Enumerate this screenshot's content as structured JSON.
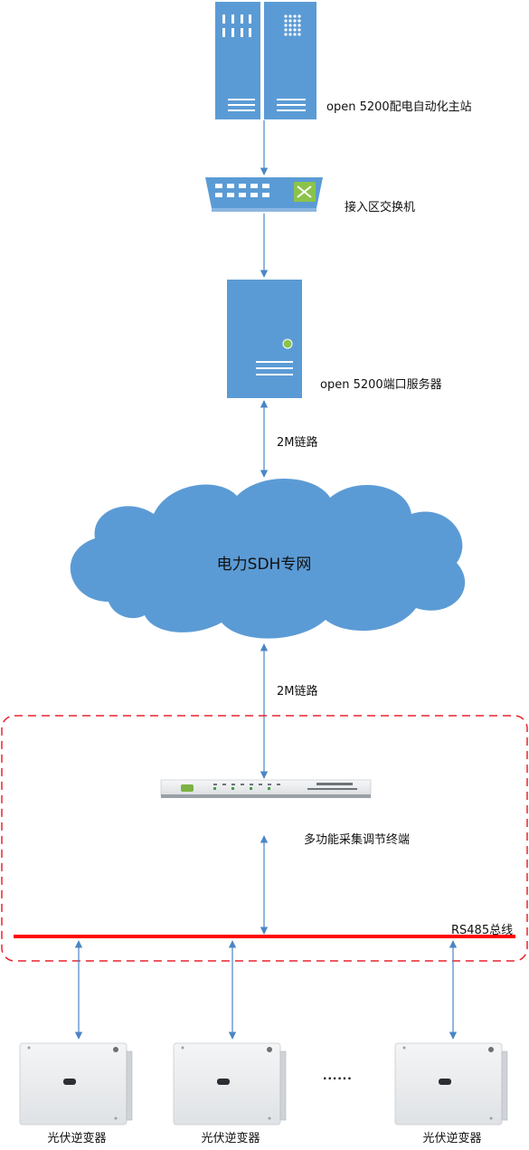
{
  "nodes": {
    "master_station": "open 5200配电自动化主站",
    "access_switch": "接入区交换机",
    "port_server": "open 5200端口服务器",
    "link_upper": "2M链路",
    "network": "电力SDH专网",
    "link_lower": "2M链路",
    "terminal": "多功能采集调节终端",
    "bus": "RS485总线",
    "ellipsis": "......",
    "inverters": [
      "光伏逆变器",
      "光伏逆变器",
      "光伏逆变器"
    ]
  },
  "colors": {
    "device_blue": "#5b9bd5",
    "connector": "#4a86c5",
    "bus_red": "#ff0000",
    "dashed_frame": "#e8242e",
    "inverter_body": "#eceef0"
  }
}
